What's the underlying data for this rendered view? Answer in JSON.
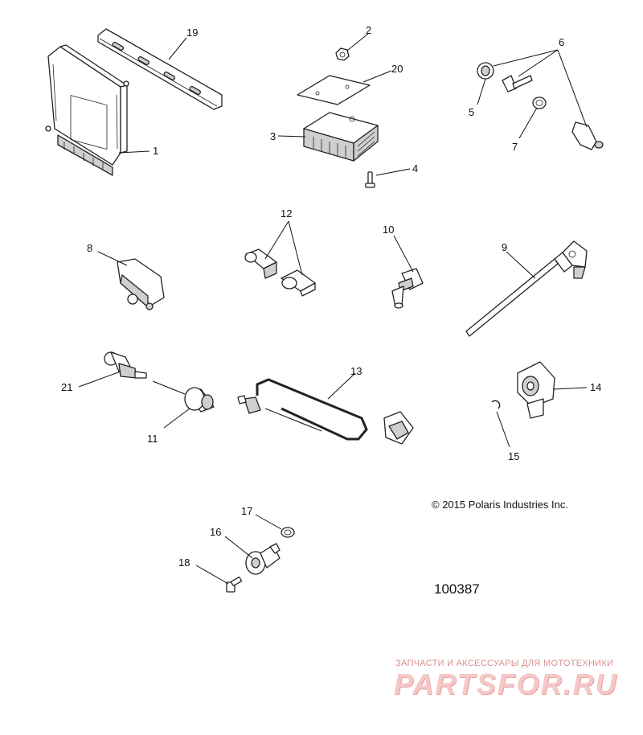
{
  "callouts": {
    "c1": "1",
    "c2": "2",
    "c3": "3",
    "c4": "4",
    "c5": "5",
    "c6": "6",
    "c7": "7",
    "c8": "8",
    "c9": "9",
    "c10": "10",
    "c11": "11",
    "c12": "12",
    "c13": "13",
    "c14": "14",
    "c15": "15",
    "c16": "16",
    "c17": "17",
    "c18": "18",
    "c19": "19",
    "c20": "20",
    "c21": "21"
  },
  "copyright": "© 2015 Polaris Industries Inc.",
  "reference_number": "100387",
  "watermark": {
    "tagline": "ЗАПЧАСТИ И АКСЕССУАРЫ ДЛЯ МОТОТЕХНИКИ",
    "logo": "PARTSFOR.RU"
  }
}
